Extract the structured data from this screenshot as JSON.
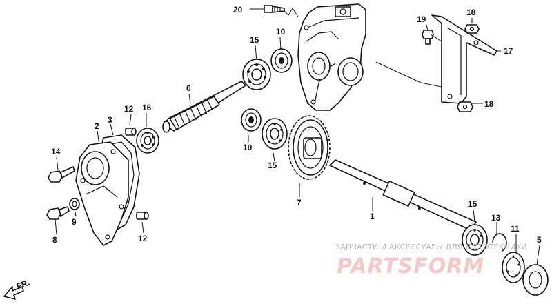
{
  "diagram": {
    "callouts": [
      {
        "id": "c20",
        "label": "20"
      },
      {
        "id": "c15a",
        "label": "15"
      },
      {
        "id": "c10a",
        "label": "10"
      },
      {
        "id": "c19",
        "label": "19"
      },
      {
        "id": "c18a",
        "label": "18"
      },
      {
        "id": "c17",
        "label": "17"
      },
      {
        "id": "c18b",
        "label": "18"
      },
      {
        "id": "c6",
        "label": "6"
      },
      {
        "id": "c12a",
        "label": "12"
      },
      {
        "id": "c16",
        "label": "16"
      },
      {
        "id": "c3",
        "label": "3"
      },
      {
        "id": "c2",
        "label": "2"
      },
      {
        "id": "c14",
        "label": "14"
      },
      {
        "id": "c10b",
        "label": "10"
      },
      {
        "id": "c15b",
        "label": "15"
      },
      {
        "id": "c7",
        "label": "7"
      },
      {
        "id": "c1",
        "label": "1"
      },
      {
        "id": "c15c",
        "label": "15"
      },
      {
        "id": "c13",
        "label": "13"
      },
      {
        "id": "c11",
        "label": "11"
      },
      {
        "id": "c5",
        "label": "5"
      },
      {
        "id": "c9",
        "label": "9"
      },
      {
        "id": "c8",
        "label": "8"
      },
      {
        "id": "c12b",
        "label": "12"
      }
    ],
    "direction_label": "FR.",
    "watermark": {
      "line1": "ЗАПЧАСТИ И АКСЕССУАРЫ ДЛЯ МОТОТЕХНИКИ",
      "logo": "PARTSFORM"
    }
  }
}
